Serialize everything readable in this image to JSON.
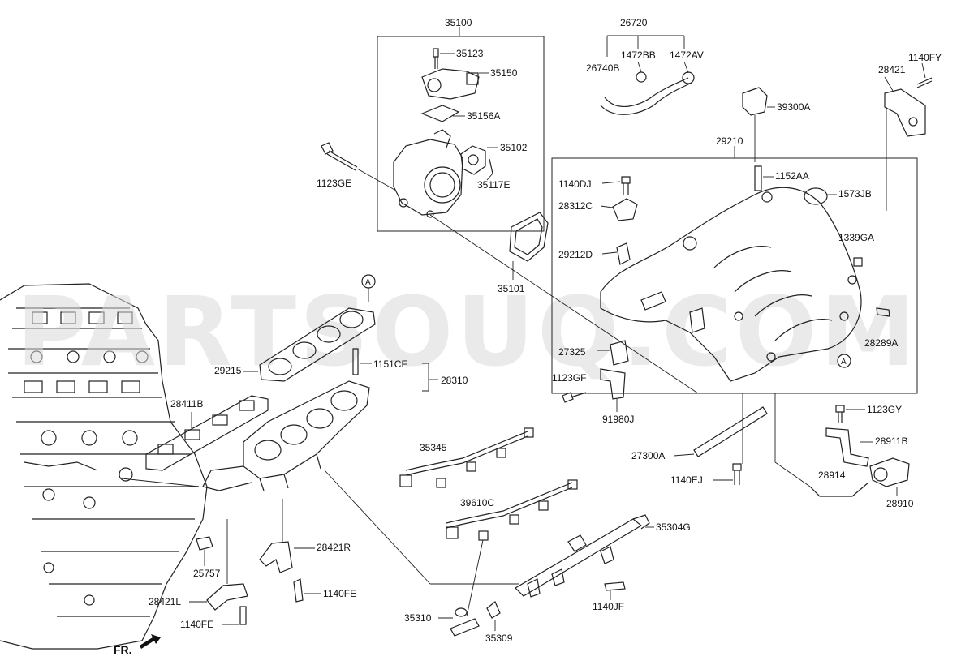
{
  "watermark": "PARTSOUQ.COM",
  "direction_label": "FR.",
  "ref_marker": "A",
  "labels": {
    "p35100": "35100",
    "p35123": "35123",
    "p35150": "35150",
    "p35156A": "35156A",
    "p35102": "35102",
    "p35117E": "35117E",
    "p1123GE": "1123GE",
    "p35101": "35101",
    "p26720": "26720",
    "p1472BB": "1472BB",
    "p1472AV": "1472AV",
    "p26740B": "26740B",
    "p39300A": "39300A",
    "p28421": "28421",
    "p1140FY": "1140FY",
    "p29210": "29210",
    "p1140DJ": "1140DJ",
    "p1152AA": "1152AA",
    "p1573JB": "1573JB",
    "p28312C": "28312C",
    "p1339GA": "1339GA",
    "p29212D": "29212D",
    "p28289A": "28289A",
    "p27325": "27325",
    "p1123GF": "1123GF",
    "p91980J": "91980J",
    "p1123GY": "1123GY",
    "p28911B": "28911B",
    "p27300A": "27300A",
    "p28914": "28914",
    "p1140EJ": "1140EJ",
    "p28910": "28910",
    "p29215": "29215",
    "p1151CF": "1151CF",
    "p28310": "28310",
    "p28411B": "28411B",
    "p35345": "35345",
    "p39610C": "39610C",
    "p35304G": "35304G",
    "p28421R": "28421R",
    "p25757": "25757",
    "p1140FE_a": "1140FE",
    "p28421L": "28421L",
    "p1140FE_b": "1140FE",
    "p1140JF": "1140JF",
    "p35310": "35310",
    "p35309": "35309"
  }
}
